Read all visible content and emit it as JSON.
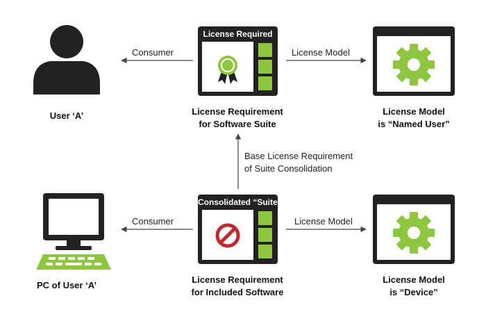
{
  "nodes": {
    "user": {
      "caption": "User ‘A’"
    },
    "license_required": {
      "header": "License Required",
      "caption_line1": "License Requirement",
      "caption_line2": "for Software Suite"
    },
    "named_user_model": {
      "caption_line1": "License Model",
      "caption_line2": "is “Named User”"
    },
    "pc": {
      "caption": "PC of User ‘A’"
    },
    "consolidated_suite": {
      "header": "Consolidated “Suite”",
      "caption_line1": "License Requirement",
      "caption_line2": "for Included Software"
    },
    "device_model": {
      "caption_line1": "License Model",
      "caption_line2": "is “Device”"
    }
  },
  "edges": {
    "top_consumer": "Consumer",
    "top_license_model": "License Model",
    "vertical_line1": "Base License Requirement",
    "vertical_line2": "of Suite Consolidation",
    "bottom_consumer": "Consumer",
    "bottom_license_model": "License Model"
  },
  "colors": {
    "dark": "#222222",
    "green": "#8dc63f",
    "red": "#c0282d",
    "arrow": "#444444"
  },
  "icons": [
    "person-icon",
    "license-ribbon-icon",
    "gear-icon",
    "computer-icon",
    "no-entry-icon"
  ]
}
